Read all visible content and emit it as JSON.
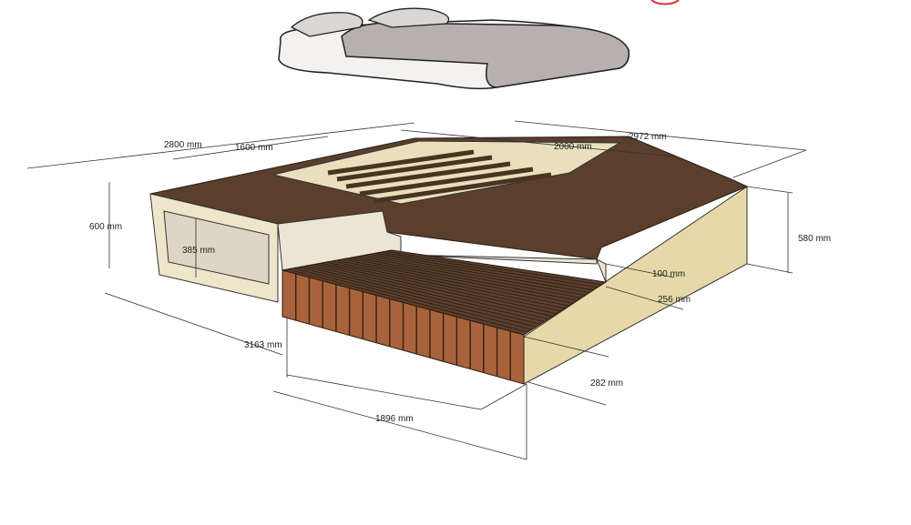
{
  "dimensions": {
    "d2800": "2800 mm",
    "d1600": "1600 mm",
    "d2000": "2000 mm",
    "d2972": "2972 mm",
    "d600": "600 mm",
    "d385": "385 mm",
    "d580": "580 mm",
    "d100": "100 mm",
    "d256": "256 mm",
    "d3163": "3163 mm",
    "d282": "282 mm",
    "d1896": "1896 mm"
  },
  "colors": {
    "wood": "#5a3f2c",
    "sand": "#e6d8a8",
    "marker": "#e03030"
  }
}
